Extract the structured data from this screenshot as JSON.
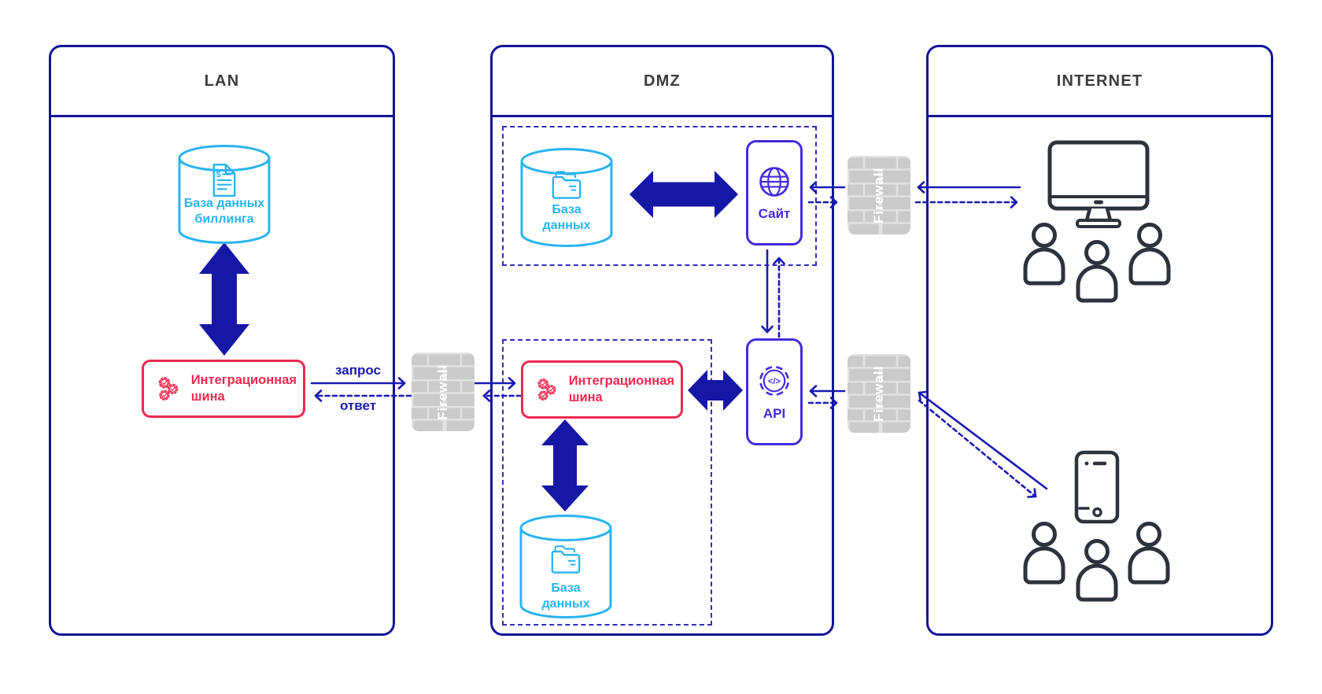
{
  "zones": {
    "lan": {
      "title": "LAN"
    },
    "dmz": {
      "title": "DMZ"
    },
    "internet": {
      "title": "INTERNET"
    }
  },
  "nodes": {
    "billing_db": {
      "line1": "База данных",
      "line2": "биллинга"
    },
    "lan_bus": {
      "line1": "Интеграционная",
      "line2": "шина"
    },
    "dmz_db_top": {
      "line1": "База",
      "line2": "данных"
    },
    "site": {
      "label": "Сайт"
    },
    "dmz_bus": {
      "line1": "Интеграционная",
      "line2": "шина"
    },
    "api": {
      "label": "API"
    },
    "dmz_db_bottom": {
      "line1": "База",
      "line2": "данных"
    }
  },
  "firewall": {
    "label": "Firewall"
  },
  "edges": {
    "request_label": "запрос",
    "response_label": "ответ"
  },
  "colors": {
    "navy": "#13149a",
    "dash": "#2e2fb8",
    "arrow": "#1a1ab2",
    "block": "#1717a6",
    "cyan": "#29b4f0",
    "red": "#ef2950",
    "indigo": "#432bdf",
    "fw_gray": "#cbcbcb",
    "fw_brick": "#e2e2e2",
    "dark": "#2d333c",
    "header": "#3c3c3c"
  }
}
